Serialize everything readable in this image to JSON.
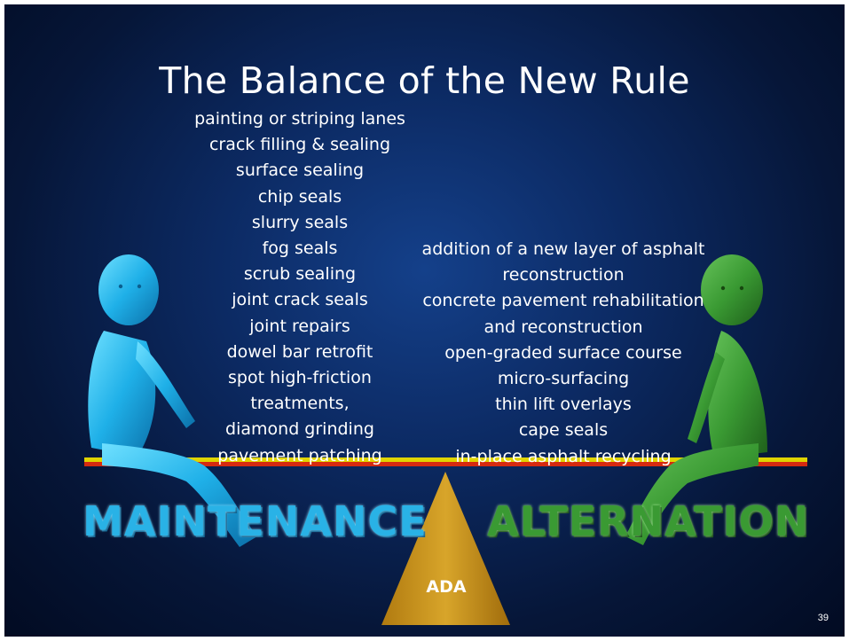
{
  "slide": {
    "title": "The Balance of the New Rule",
    "page_number": "39"
  },
  "left_column": {
    "items": [
      "painting or striping lanes",
      "crack filling & sealing",
      "surface sealing",
      "chip seals",
      "slurry seals",
      "fog seals",
      "scrub sealing",
      "joint crack seals",
      "joint repairs",
      "dowel bar retrofit",
      "spot high-friction",
      "treatments,",
      "diamond grinding",
      "pavement patching"
    ]
  },
  "right_column": {
    "items": [
      "addition of a new layer of asphalt",
      "reconstruction",
      "concrete pavement rehabilitation",
      "and reconstruction",
      "open-graded surface course",
      "micro-surfacing",
      "thin lift overlays",
      "cape seals",
      "in-place asphalt recycling"
    ]
  },
  "labels": {
    "left_word": "MAINTENANCE",
    "right_word": "ALTERNATION",
    "fulcrum": "ADA"
  },
  "colors": {
    "background": "#0c2a63",
    "left_figure": "#1fb0e8",
    "right_figure": "#3a9a33",
    "fulcrum": "#c89419",
    "beam_top": "#e0d400",
    "beam_bottom": "#d62a10"
  },
  "icons": [
    "blue-person-figure",
    "green-person-figure",
    "triangle-fulcrum",
    "seesaw-beam"
  ]
}
